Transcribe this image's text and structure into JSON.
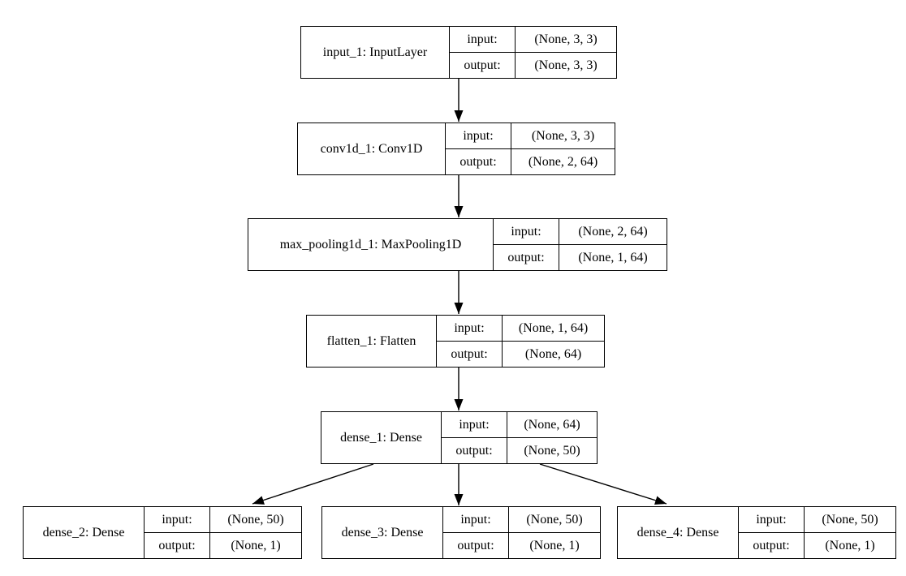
{
  "diagram": {
    "kind": "keras-model-architecture",
    "background_color": "#ffffff",
    "border_color": "#000000",
    "text_color": "#000000",
    "io_labels": {
      "input": "input:",
      "output": "output:"
    },
    "nodes": [
      {
        "id": "input_1",
        "label": "input_1: InputLayer",
        "input_shape": "(None, 3, 3)",
        "output_shape": "(None, 3, 3)"
      },
      {
        "id": "conv1d_1",
        "label": "conv1d_1: Conv1D",
        "input_shape": "(None, 3, 3)",
        "output_shape": "(None, 2, 64)"
      },
      {
        "id": "max_pooling1d_1",
        "label": "max_pooling1d_1: MaxPooling1D",
        "input_shape": "(None, 2, 64)",
        "output_shape": "(None, 1, 64)"
      },
      {
        "id": "flatten_1",
        "label": "flatten_1: Flatten",
        "input_shape": "(None, 1, 64)",
        "output_shape": "(None, 64)"
      },
      {
        "id": "dense_1",
        "label": "dense_1: Dense",
        "input_shape": "(None, 64)",
        "output_shape": "(None, 50)"
      },
      {
        "id": "dense_2",
        "label": "dense_2: Dense",
        "input_shape": "(None, 50)",
        "output_shape": "(None, 1)"
      },
      {
        "id": "dense_3",
        "label": "dense_3: Dense",
        "input_shape": "(None, 50)",
        "output_shape": "(None, 1)"
      },
      {
        "id": "dense_4",
        "label": "dense_4: Dense",
        "input_shape": "(None, 50)",
        "output_shape": "(None, 1)"
      }
    ],
    "edges": [
      {
        "from": "input_1",
        "to": "conv1d_1"
      },
      {
        "from": "conv1d_1",
        "to": "max_pooling1d_1"
      },
      {
        "from": "max_pooling1d_1",
        "to": "flatten_1"
      },
      {
        "from": "flatten_1",
        "to": "dense_1"
      },
      {
        "from": "dense_1",
        "to": "dense_2"
      },
      {
        "from": "dense_1",
        "to": "dense_3"
      },
      {
        "from": "dense_1",
        "to": "dense_4"
      }
    ]
  }
}
